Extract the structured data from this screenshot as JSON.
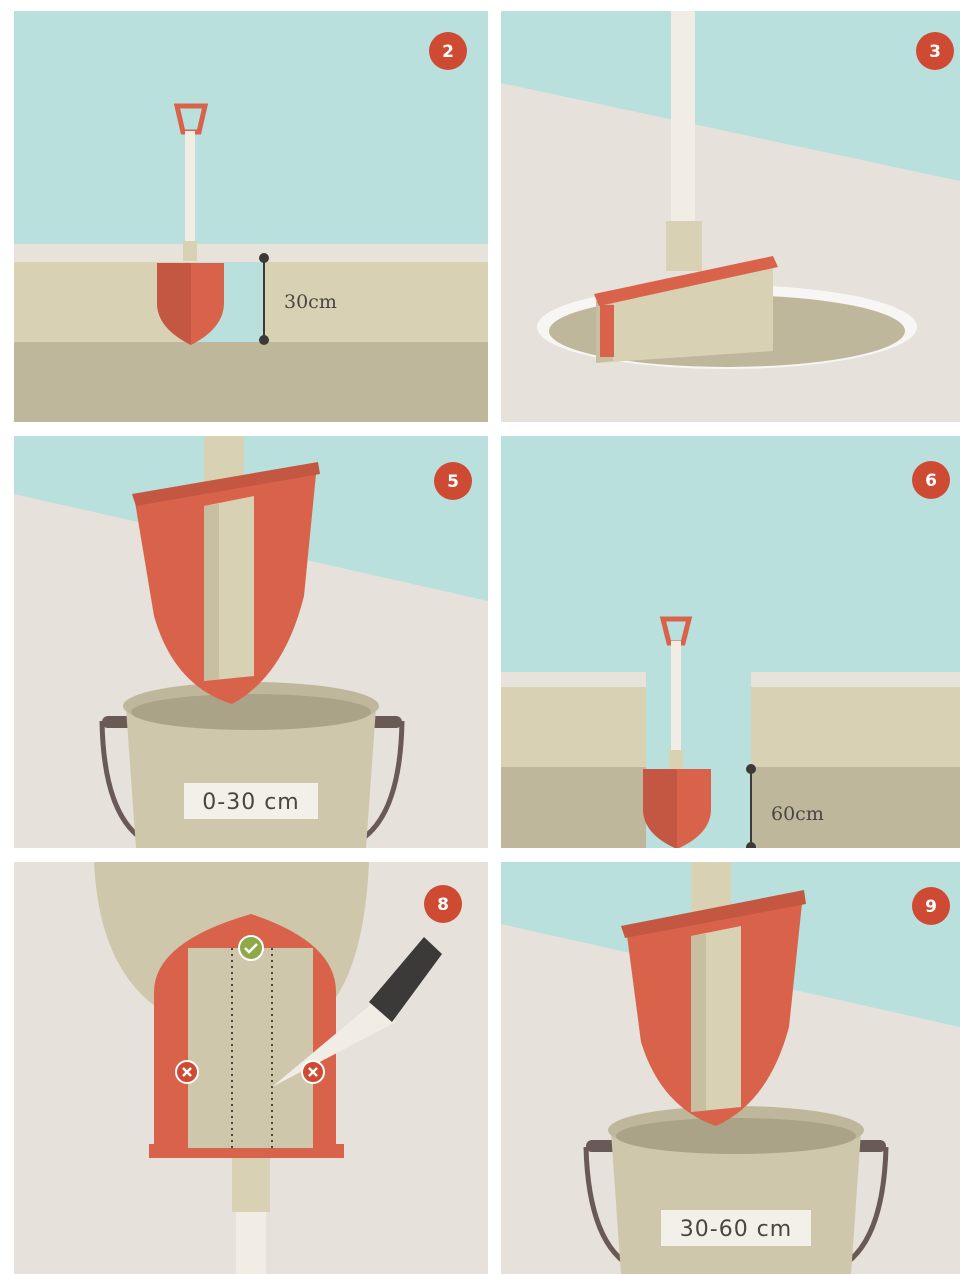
{
  "steps": [
    {
      "number": "2",
      "measurement": "30cm"
    },
    {
      "number": "3"
    },
    {
      "number": "5",
      "bucket_label": "0-30 cm"
    },
    {
      "number": "6",
      "measurement": "60cm"
    },
    {
      "number": "8"
    },
    {
      "number": "9",
      "bucket_label": "30-60 cm"
    }
  ],
  "colors": {
    "sky": "#b9e0dc",
    "ground": "#e6e1da",
    "topsoil": "#d8d1b3",
    "subsoil": "#bfb79c",
    "spade_red": "#d8634a",
    "badge_red": "#cf4a33",
    "bucket": "#cfc7ab",
    "bucket_handle": "#6a5a55",
    "check_green": "#8fa848"
  },
  "icons": [
    "spade-icon",
    "bucket-icon",
    "knife-icon",
    "checkmark-icon",
    "cross-icon"
  ]
}
